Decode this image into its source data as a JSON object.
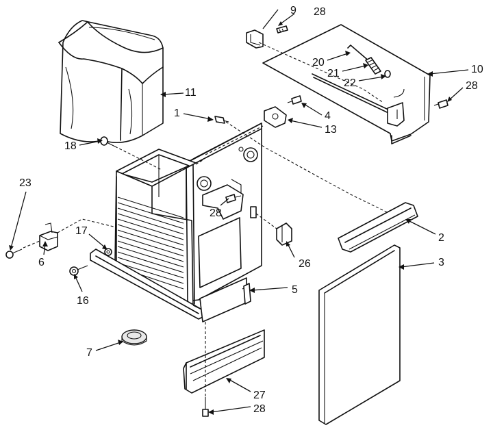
{
  "diagram": {
    "callouts": {
      "c1": "1",
      "c2": "2",
      "c3": "3",
      "c4": "4",
      "c5": "5",
      "c6": "6",
      "c7": "7",
      "c9": "9",
      "c10": "10",
      "c11": "11",
      "c13": "13",
      "c16": "16",
      "c17": "17",
      "c18": "18",
      "c20": "20",
      "c21": "21",
      "c22": "22",
      "c23": "23",
      "c26": "26",
      "c27": "27",
      "c28a": "28",
      "c28b": "28",
      "c28c": "28",
      "c28d": "28"
    }
  }
}
